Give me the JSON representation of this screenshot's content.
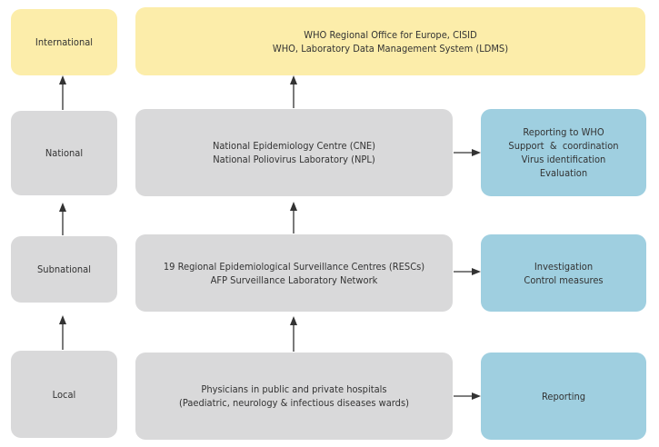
{
  "levels": {
    "international": "International",
    "national": "National",
    "subnational": "Subnational",
    "local": "Local"
  },
  "international_box": [
    "WHO Regional Office for Europe, CISID",
    "WHO, Laboratory Data Management System (LDMS)"
  ],
  "national_box": [
    "National Epidemiology Centre (CNE)",
    "National Poliovirus Laboratory (NPL)"
  ],
  "subnational_box": [
    "19 Regional Epidemiological Surveillance Centres (RESCs)",
    "AFP Surveillance Laboratory Network"
  ],
  "local_box": [
    "Physicians in public and private hospitals",
    "(Paediatric, neurology & infectious diseases wards)"
  ],
  "national_actions": [
    "Reporting to WHO",
    "Support  &  coordination",
    "Virus identification",
    "Evaluation"
  ],
  "subnational_actions": [
    "Investigation",
    "Control measures"
  ],
  "local_actions": [
    "Reporting"
  ],
  "colors": {
    "yellow": "#fcedaa",
    "grey": "#d9d9da",
    "blue": "#9fcfe0",
    "arrow": "#333333"
  }
}
